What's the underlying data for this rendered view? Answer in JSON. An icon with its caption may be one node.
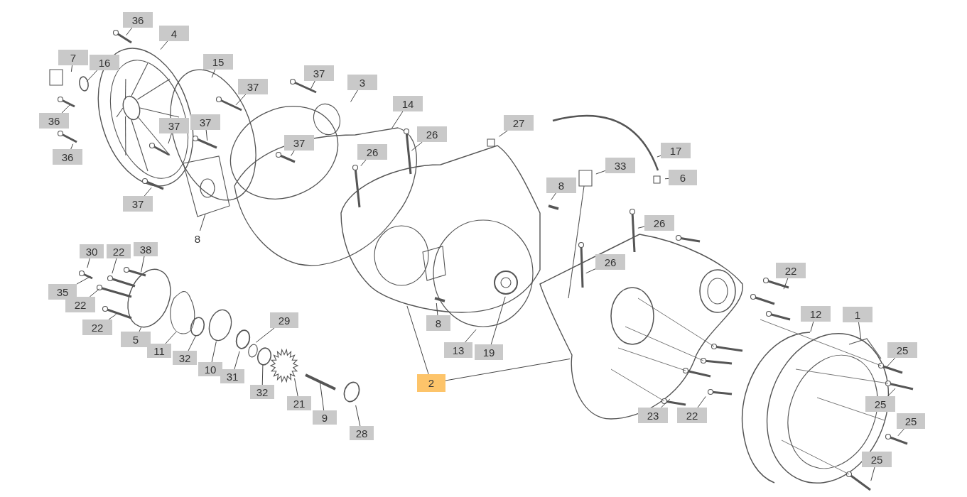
{
  "diagram": {
    "nodes": [
      {
        "text": [
          "36"
        ]
      },
      {
        "text": [
          "4"
        ]
      },
      {
        "text": [
          "7"
        ]
      },
      {
        "text": [
          "16"
        ]
      },
      {
        "text": [
          "15"
        ]
      },
      {
        "text": [
          "37"
        ]
      },
      {
        "text": [
          "3"
        ]
      },
      {
        "text": [
          "37"
        ]
      },
      {
        "text": [
          "36"
        ]
      },
      {
        "text": [
          "37"
        ]
      },
      {
        "text": [
          "37"
        ]
      },
      {
        "text": [
          "14"
        ]
      },
      {
        "text": [
          "26"
        ]
      },
      {
        "text": [
          "27"
        ]
      },
      {
        "text": [
          "17"
        ]
      },
      {
        "text": [
          "36"
        ]
      },
      {
        "text": [
          "37"
        ]
      },
      {
        "text": [
          "26"
        ]
      },
      {
        "text": [
          "6"
        ]
      },
      {
        "text": [
          "33"
        ]
      },
      {
        "text": [
          "8"
        ]
      },
      {
        "text": [
          "37"
        ]
      },
      {
        "text": [
          "8"
        ]
      },
      {
        "text": [
          "26"
        ]
      },
      {
        "text": [
          "30"
        ]
      },
      {
        "text": [
          "22"
        ]
      },
      {
        "text": [
          "38"
        ]
      },
      {
        "text": [
          "26"
        ]
      },
      {
        "text": [
          "35"
        ]
      },
      {
        "text": [
          "22"
        ]
      },
      {
        "text": [
          "22"
        ]
      },
      {
        "text": [
          "12"
        ]
      },
      {
        "text": [
          "1"
        ]
      },
      {
        "text": [
          "29"
        ]
      },
      {
        "text": [
          "8"
        ]
      },
      {
        "text": [
          "22"
        ]
      },
      {
        "text": [
          "5"
        ]
      },
      {
        "text": [
          "13"
        ]
      },
      {
        "text": [
          "19"
        ]
      },
      {
        "text": [
          "11"
        ]
      },
      {
        "text": [
          "25"
        ]
      },
      {
        "text": [
          "32"
        ]
      },
      {
        "text": [
          "10"
        ]
      },
      {
        "text": [
          "31"
        ]
      },
      {
        "text": [
          "2"
        ]
      },
      {
        "text": [
          "32"
        ]
      },
      {
        "text": [
          "21"
        ]
      },
      {
        "text": [
          "25"
        ]
      },
      {
        "text": [
          "23"
        ]
      },
      {
        "text": [
          "22"
        ]
      },
      {
        "text": [
          "25"
        ]
      },
      {
        "text": [
          "9"
        ]
      },
      {
        "text": [
          "28"
        ]
      },
      {
        "text": [
          "25"
        ]
      }
    ],
    "edges": [
      {
        "from": 0,
        "to": null,
        "arrow": "none"
      },
      {
        "from": 1,
        "to": null,
        "arrow": "none"
      },
      {
        "from": 2,
        "to": null,
        "arrow": "none"
      },
      {
        "from": 3,
        "to": null,
        "arrow": "none"
      },
      {
        "from": 4,
        "to": null,
        "arrow": "none"
      },
      {
        "from": 5,
        "to": null,
        "arrow": "none"
      },
      {
        "from": 6,
        "to": null,
        "arrow": "none"
      },
      {
        "from": 7,
        "to": null,
        "arrow": "none"
      },
      {
        "from": 8,
        "to": null,
        "arrow": "none"
      },
      {
        "from": 9,
        "to": null,
        "arrow": "none"
      },
      {
        "from": 10,
        "to": null,
        "arrow": "none"
      },
      {
        "from": 11,
        "to": null,
        "arrow": "none"
      },
      {
        "from": 12,
        "to": null,
        "arrow": "none"
      },
      {
        "from": 13,
        "to": null,
        "arrow": "none"
      },
      {
        "from": 14,
        "to": null,
        "arrow": "none"
      },
      {
        "from": 15,
        "to": null,
        "arrow": "none"
      },
      {
        "from": 16,
        "to": null,
        "arrow": "none"
      },
      {
        "from": 17,
        "to": null,
        "arrow": "none"
      },
      {
        "from": 18,
        "to": null,
        "arrow": "none"
      },
      {
        "from": 19,
        "to": null,
        "arrow": "none"
      },
      {
        "from": 20,
        "to": null,
        "arrow": "none"
      },
      {
        "from": 21,
        "to": null,
        "arrow": "none"
      },
      {
        "from": 22,
        "to": null,
        "arrow": "none"
      },
      {
        "from": 23,
        "to": null,
        "arrow": "none"
      },
      {
        "from": 24,
        "to": null,
        "arrow": "none"
      },
      {
        "from": 25,
        "to": null,
        "arrow": "none"
      },
      {
        "from": 26,
        "to": null,
        "arrow": "none"
      },
      {
        "from": 27,
        "to": null,
        "arrow": "none"
      },
      {
        "from": 28,
        "to": null,
        "arrow": "none"
      },
      {
        "from": 29,
        "to": null,
        "arrow": "none"
      },
      {
        "from": 30,
        "to": null,
        "arrow": "none"
      },
      {
        "from": 31,
        "to": null,
        "arrow": "none"
      },
      {
        "from": 32,
        "to": null,
        "arrow": "none"
      },
      {
        "from": 33,
        "to": null,
        "arrow": "none"
      },
      {
        "from": 34,
        "to": null,
        "arrow": "none"
      },
      {
        "from": 35,
        "to": null,
        "arrow": "none"
      },
      {
        "from": 36,
        "to": null,
        "arrow": "none"
      },
      {
        "from": 37,
        "to": null,
        "arrow": "none"
      },
      {
        "from": 38,
        "to": null,
        "arrow": "none"
      },
      {
        "from": 39,
        "to": null,
        "arrow": "none"
      },
      {
        "from": 40,
        "to": null,
        "arrow": "none"
      },
      {
        "from": 41,
        "to": null,
        "arrow": "none"
      },
      {
        "from": 42,
        "to": null,
        "arrow": "none"
      },
      {
        "from": 43,
        "to": null,
        "arrow": "none"
      },
      {
        "from": 44,
        "to": null,
        "arrow": "none"
      },
      {
        "from": 44,
        "to": null,
        "arrow": "none"
      },
      {
        "from": 45,
        "to": null,
        "arrow": "none"
      },
      {
        "from": 46,
        "to": null,
        "arrow": "none"
      },
      {
        "from": 47,
        "to": null,
        "arrow": "none"
      },
      {
        "from": 48,
        "to": null,
        "arrow": "none"
      },
      {
        "from": 49,
        "to": null,
        "arrow": "none"
      },
      {
        "from": 50,
        "to": null,
        "arrow": "none"
      },
      {
        "from": 51,
        "to": null,
        "arrow": "none"
      },
      {
        "from": 52,
        "to": null,
        "arrow": "none"
      },
      {
        "from": 53,
        "to": null,
        "arrow": "none"
      }
    ]
  }
}
